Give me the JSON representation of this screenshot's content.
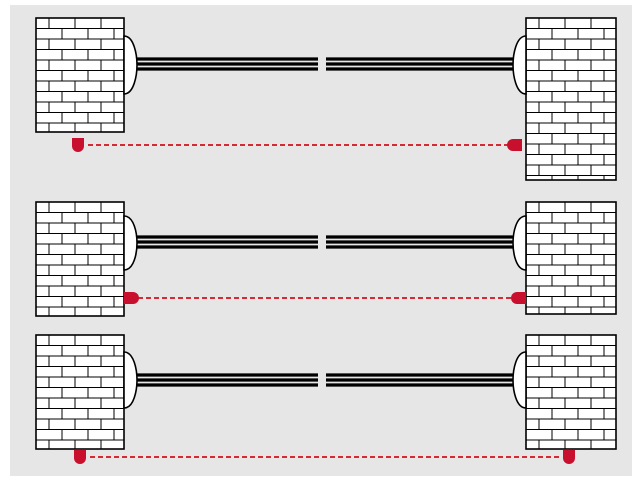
{
  "diagram": {
    "panels": [
      {
        "id": "top",
        "left_wall": "tall-short",
        "right_wall": "tall-full",
        "left_sensor": "bottom",
        "right_sensor": "side"
      },
      {
        "id": "middle",
        "left_wall": "side",
        "right_wall": "side",
        "left_sensor": "side",
        "right_sensor": "side"
      },
      {
        "id": "bottom",
        "left_wall": "bottom",
        "right_wall": "bottom",
        "left_sensor": "bottom",
        "right_sensor": "bottom"
      }
    ],
    "colors": {
      "background": "#e6e6e6",
      "wall_fill": "#ffffff",
      "line": "#000000",
      "sensor": "#c8102e",
      "beam": "#d42a35"
    },
    "icons": {
      "wall": "brick-pillar-icon",
      "gate": "sliding-gate-rail-icon",
      "sensor": "photocell-sensor-icon",
      "beam": "infrared-beam-icon"
    }
  }
}
